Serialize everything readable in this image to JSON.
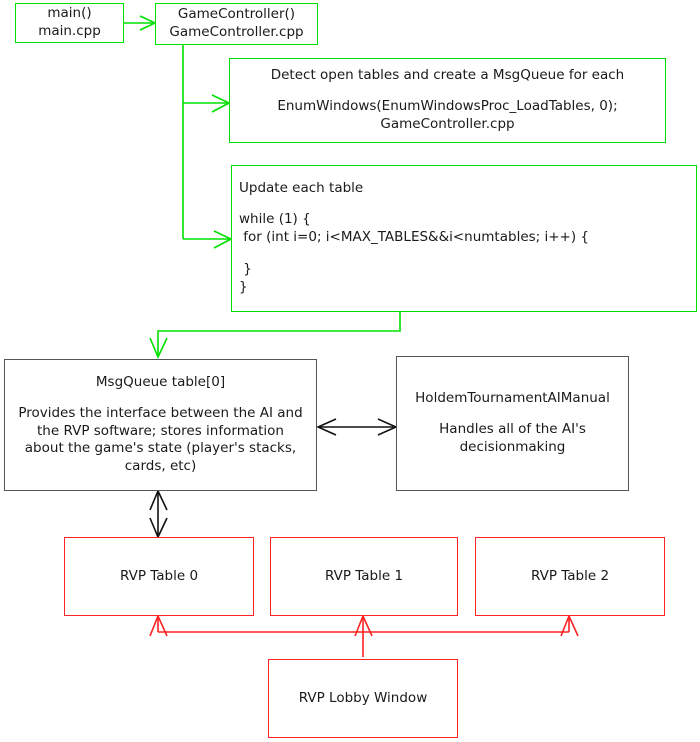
{
  "diagram": {
    "title": "Poker AI architecture flow diagram",
    "colors": {
      "green_flow": "#00e000",
      "gray_component": "#555555",
      "red_external": "#ff2222",
      "text": "#1a1a1a",
      "background": "#ffffff"
    },
    "nodes": {
      "main": {
        "lines": [
          "main()",
          "main.cpp"
        ],
        "border_color": "#00e000"
      },
      "gamecontroller": {
        "lines": [
          "GameController()",
          "GameController.cpp"
        ],
        "border_color": "#00e000"
      },
      "detect_tables": {
        "heading": "Detect open tables and create a MsgQueue for each",
        "lines": [
          "EnumWindows(EnumWindowsProc_LoadTables, 0);",
          "GameController.cpp"
        ],
        "border_color": "#00e000"
      },
      "update_tables": {
        "heading": "Update each table",
        "code": [
          "while (1) {",
          " for (int i=0; i<MAX_TABLES&&i<numtables; i++) {",
          "",
          " }",
          "}"
        ],
        "border_color": "#00e000"
      },
      "msgqueue": {
        "title": "MsgQueue table[0]",
        "description": [
          "Provides the interface between the AI and",
          "the RVP software; stores information",
          "about the game's state (player's stacks,",
          "cards, etc)"
        ],
        "border_color": "#555555"
      },
      "ai_manual": {
        "title": "HoldemTournamentAIManual",
        "description": [
          "Handles all of the AI's",
          "decisionmaking"
        ],
        "border_color": "#555555"
      },
      "rvp_table_0": {
        "label": "RVP Table 0",
        "border_color": "#ff2222"
      },
      "rvp_table_1": {
        "label": "RVP Table 1",
        "border_color": "#ff2222"
      },
      "rvp_table_2": {
        "label": "RVP Table 2",
        "border_color": "#ff2222"
      },
      "rvp_lobby": {
        "label": "RVP Lobby Window",
        "border_color": "#ff2222"
      }
    },
    "edges": [
      {
        "name": "main-to-gamecontroller",
        "from": "main",
        "to": "gamecontroller",
        "color": "#00e000",
        "arrow": "single"
      },
      {
        "name": "gamecontroller-to-detect",
        "from": "gamecontroller",
        "to": "detect_tables",
        "color": "#00e000",
        "arrow": "single"
      },
      {
        "name": "gamecontroller-to-update",
        "from": "gamecontroller",
        "to": "update_tables",
        "color": "#00e000",
        "arrow": "single"
      },
      {
        "name": "loop-to-msgqueue",
        "from": "update_tables",
        "to": "msgqueue",
        "color": "#00e000",
        "arrow": "single"
      },
      {
        "name": "msgqueue-to-ai",
        "from": "msgqueue",
        "to": "ai_manual",
        "color": "#000000",
        "arrow": "double"
      },
      {
        "name": "msgqueue-to-rvp-table-0",
        "from": "msgqueue",
        "to": "rvp_table_0",
        "color": "#000000",
        "arrow": "double"
      },
      {
        "name": "lobby-to-rvp-table-0",
        "from": "rvp_lobby",
        "to": "rvp_table_0",
        "color": "#ff2222",
        "arrow": "single"
      },
      {
        "name": "lobby-to-rvp-table-1",
        "from": "rvp_lobby",
        "to": "rvp_table_1",
        "color": "#ff2222",
        "arrow": "single"
      },
      {
        "name": "lobby-to-rvp-table-2",
        "from": "rvp_lobby",
        "to": "rvp_table_2",
        "color": "#ff2222",
        "arrow": "single"
      }
    ]
  }
}
